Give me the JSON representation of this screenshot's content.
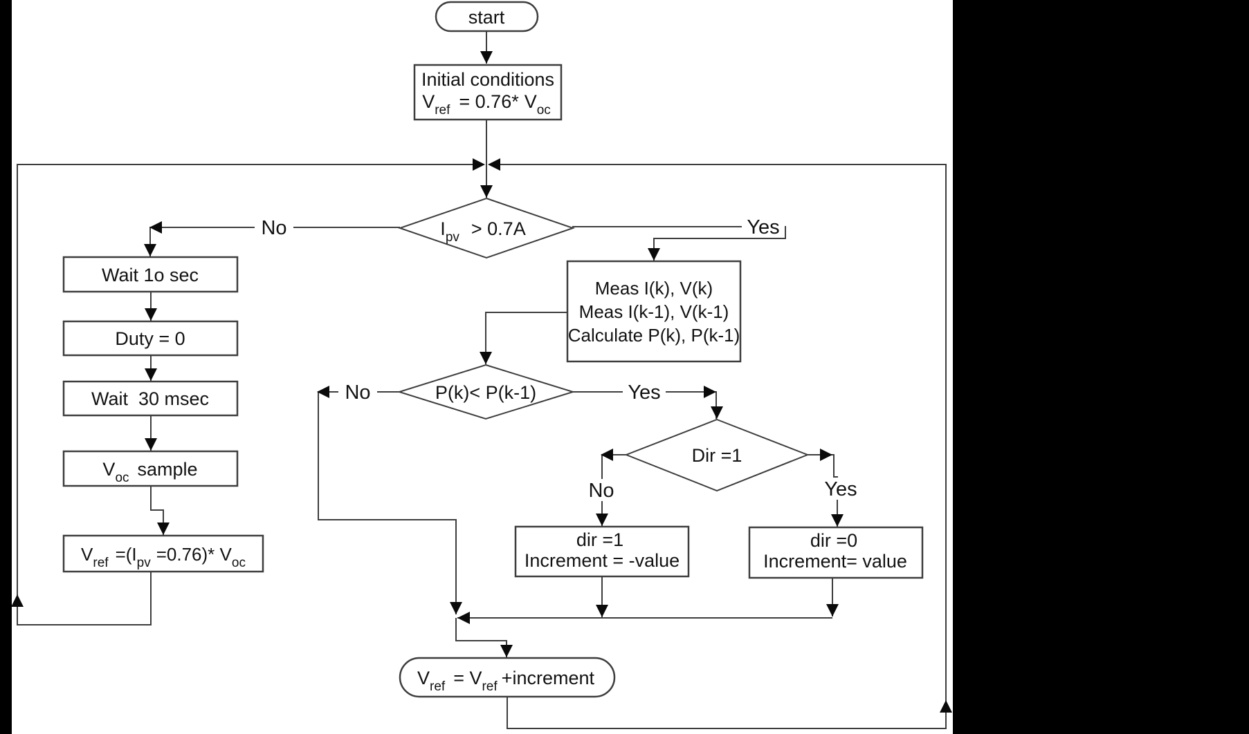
{
  "palette": {
    "background": "#ffffff",
    "side_bars": "#000000",
    "line": "#3d3d3d",
    "arrow": "#0a0a0a",
    "text": "#121212"
  },
  "nodes": {
    "start": {
      "label": "start"
    },
    "initial": {
      "line1": "Initial conditions",
      "f": [
        {
          "t": "V"
        },
        {
          "t": "ref"
        },
        {
          "t": "= 0.76*"
        },
        {
          "t": "V"
        },
        {
          "t": "oc"
        }
      ]
    },
    "decision_ipv": {
      "f": [
        {
          "t": "I"
        },
        {
          "t": "pv"
        },
        {
          "t": "> 0.7A"
        }
      ]
    },
    "wait10": {
      "label": "Wait 1o sec"
    },
    "duty": {
      "label": "Duty = 0"
    },
    "wait30": {
      "label": "Wait  30 msec"
    },
    "voc_sample": {
      "f": [
        {
          "t": "V"
        },
        {
          "t": "oc"
        },
        {
          "t": "sample"
        }
      ]
    },
    "vref_set": {
      "f": [
        {
          "t": "V"
        },
        {
          "t": "ref"
        },
        {
          "t": "=(I"
        },
        {
          "t": "pv"
        },
        {
          "t": "=0.76)* V"
        },
        {
          "t": "oc"
        }
      ]
    },
    "meas": {
      "line1": "Meas I(k), V(k)",
      "line2": "Meas I(k-1), V(k-1)",
      "line3": "Calculate P(k), P(k-1)"
    },
    "decision_power": {
      "label": "P(k)< P(k-1)"
    },
    "decision_dir": {
      "label": "Dir =1"
    },
    "dir_neg": {
      "line1": "dir =1",
      "line2": "Increment = -value"
    },
    "dir_pos": {
      "line1": "dir =0",
      "line2": "Increment= value"
    },
    "vref_update": {
      "f": [
        {
          "t": "V"
        },
        {
          "t": "ref"
        },
        {
          "t": "= V"
        },
        {
          "t": "ref"
        },
        {
          "t": "+increment"
        }
      ]
    }
  },
  "edge_labels": {
    "ipv_no": "No",
    "ipv_yes": "Yes",
    "power_no": "No",
    "power_yes": "Yes",
    "dir_no": "No",
    "dir_yes": "Yes"
  }
}
